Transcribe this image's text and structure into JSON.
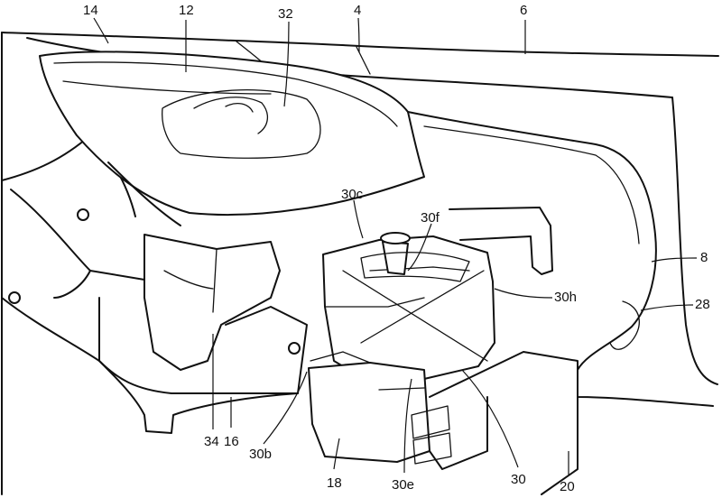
{
  "labels": {
    "l14": "14",
    "l12": "12",
    "l32": "32",
    "l4": "4",
    "l6": "6",
    "l8": "8",
    "l28": "28",
    "l30h": "30h",
    "l30c": "30c",
    "l30f": "30f",
    "l34": "34",
    "l16": "16",
    "l30b": "30b",
    "l18": "18",
    "l30e": "30e",
    "l30": "30",
    "l20": "20"
  }
}
